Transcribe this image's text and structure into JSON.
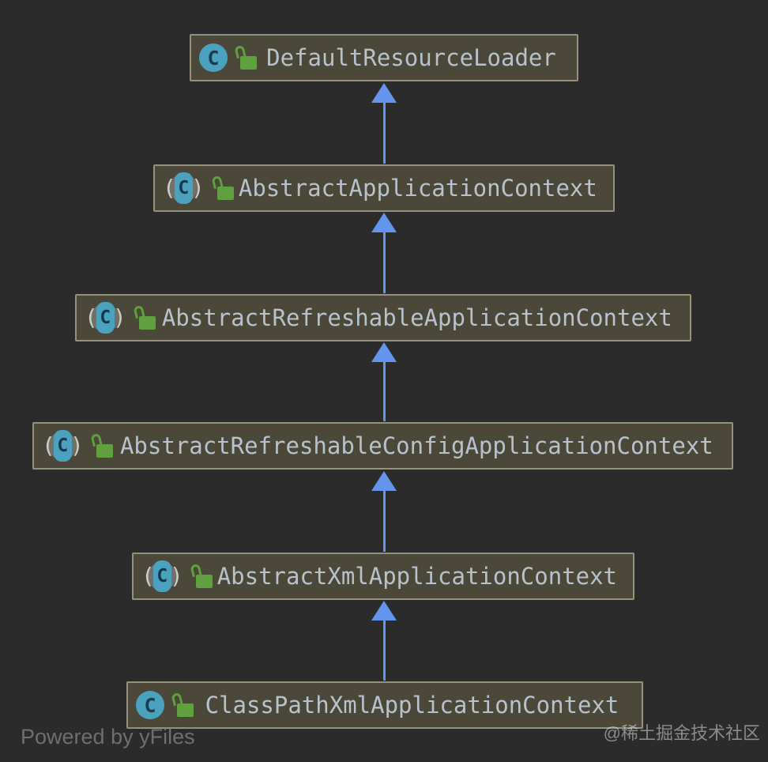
{
  "diagram": {
    "type": "class-inheritance-hierarchy",
    "direction": "child-to-parent, arrows point up"
  },
  "nodes": [
    {
      "label": "DefaultResourceLoader",
      "kind": "class",
      "icons": [
        "class-icon",
        "unlocked-padlock-icon"
      ]
    },
    {
      "label": "AbstractApplicationContext",
      "kind": "abstract-class",
      "icons": [
        "abstract-class-icon",
        "unlocked-padlock-icon"
      ]
    },
    {
      "label": "AbstractRefreshableApplicationContext",
      "kind": "abstract-class",
      "icons": [
        "abstract-class-icon",
        "unlocked-padlock-icon"
      ]
    },
    {
      "label": "AbstractRefreshableConfigApplicationContext",
      "kind": "abstract-class",
      "icons": [
        "abstract-class-icon",
        "unlocked-padlock-icon"
      ]
    },
    {
      "label": "AbstractXmlApplicationContext",
      "kind": "abstract-class",
      "icons": [
        "abstract-class-icon",
        "unlocked-padlock-icon"
      ]
    },
    {
      "label": "ClassPathXmlApplicationContext",
      "kind": "class",
      "icons": [
        "class-icon",
        "unlocked-padlock-icon"
      ]
    }
  ],
  "edges": [
    {
      "from": "AbstractApplicationContext",
      "to": "DefaultResourceLoader",
      "type": "extends"
    },
    {
      "from": "AbstractRefreshableApplicationContext",
      "to": "AbstractApplicationContext",
      "type": "extends"
    },
    {
      "from": "AbstractRefreshableConfigApplicationContext",
      "to": "AbstractRefreshableApplicationContext",
      "type": "extends"
    },
    {
      "from": "AbstractXmlApplicationContext",
      "to": "AbstractRefreshableConfigApplicationContext",
      "type": "extends"
    },
    {
      "from": "ClassPathXmlApplicationContext",
      "to": "AbstractXmlApplicationContext",
      "type": "extends"
    }
  ],
  "icons": {
    "class_letter": "C",
    "paren_open": "(",
    "paren_close": ")"
  },
  "footer": {
    "powered_by": "Powered by yFiles"
  },
  "watermark": "@稀土掘金技术社区",
  "colors": {
    "background": "#2b2b2b",
    "node_fill": "#4b483a",
    "node_border": "#94927f",
    "label_text": "#b7c2cd",
    "edge_blue": "#6495ed",
    "class_icon_teal": "#4aa2bf",
    "class_icon_letter": "#1d3c50",
    "lock_green": "#60a03f",
    "abstract_circle_gray": "#71716a",
    "paren_gray": "#cbcbcb",
    "powered_by_gray": "#6f6f6f"
  }
}
